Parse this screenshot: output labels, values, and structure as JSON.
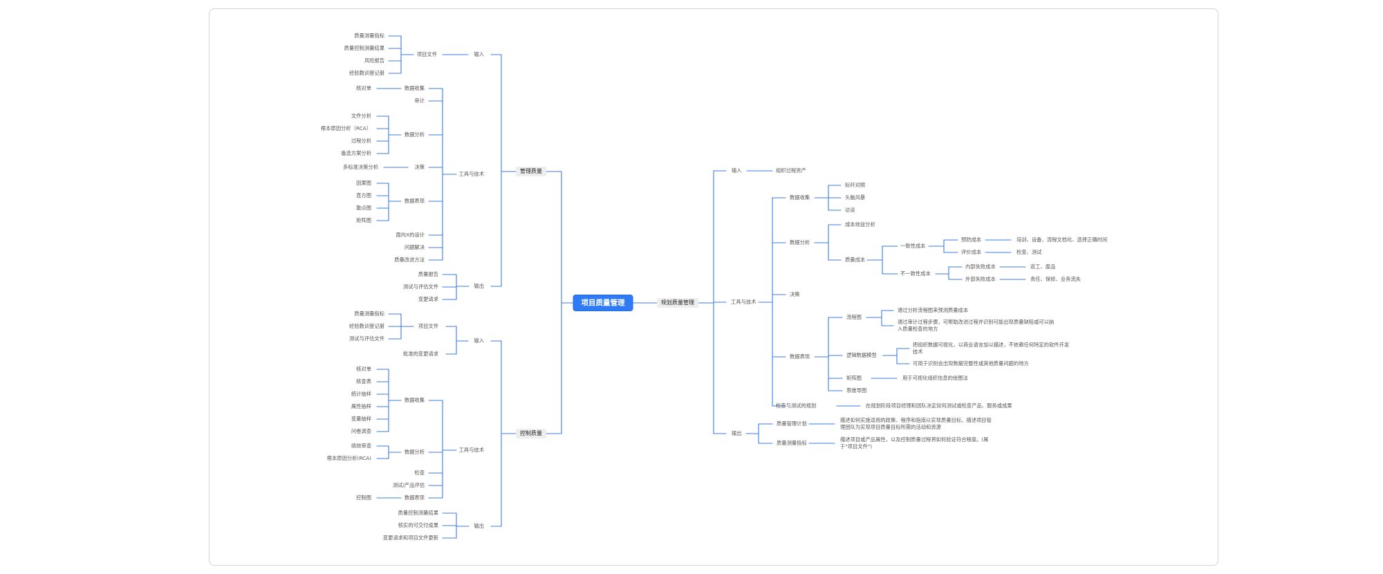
{
  "root": "项目质量管理",
  "colors": {
    "line": "#3b78e7",
    "root_bg": "#2f7bf5"
  },
  "plan": {
    "title": "规划质量管理",
    "input": {
      "label": "输入",
      "items": [
        "组织过程资产"
      ]
    },
    "tools": {
      "label": "工具与技术",
      "data_collection": {
        "label": "数据收集",
        "items": [
          "标杆对照",
          "头脑风暴",
          "访谈"
        ]
      },
      "data_analysis": {
        "label": "数据分析",
        "cost_benefit": "成本效益分析",
        "cost_of_quality": {
          "label": "质量成本",
          "conformance": {
            "label": "一致性成本",
            "prevention": {
              "label": "预防成本",
              "note": "培训、设备、流程文档化、选择正确时间"
            },
            "appraisal": {
              "label": "评价成本",
              "note": "检查、测试"
            }
          },
          "nonconformance": {
            "label": "不一致性成本",
            "internal": {
              "label": "内部失败成本",
              "note": "返工、废品"
            },
            "external": {
              "label": "外部失败成本",
              "note": "责任、保修、业务流失"
            }
          }
        }
      },
      "decision": "决策",
      "data_representation": {
        "label": "数据表现",
        "flowchart": {
          "label": "流程图",
          "notes": [
            "通过分析流程图来预测质量成本",
            "通过审计过程步骤，可帮助改进过程并识别可能出现质量缺陷或可以纳入质量检查的地方"
          ]
        },
        "logical_model": {
          "label": "逻辑数据模型",
          "notes": [
            "把组织数据可视化，以商业语言加以描述，不依赖任何特定的软件开发技术",
            "可用于识别会出现数据完整性或其他质量问题的地方"
          ]
        },
        "matrix": {
          "label": "矩阵图",
          "note": "用于可视化组织信息的绘图法"
        },
        "mind_map": {
          "label": "思维导图"
        }
      },
      "test_plan": {
        "label": "检查与测试的规划",
        "note": "在规划阶段项目经理和团队决定如何测试或检查产品、服务或成果"
      }
    },
    "output": {
      "label": "输出",
      "qm_plan": {
        "label": "质量管理计划",
        "note": "描述如何实施适用的政策、程序和指南以实现质量目标。描述项目管理团队为实现项目质量目标所需的活动和资源"
      },
      "metrics": {
        "label": "质量测量指标",
        "note": "描述项目或产品属性，以及控制质量过程将如何验证符合程度。(属于\"项目文件\")"
      }
    }
  },
  "manage": {
    "title": "管理质量",
    "input": {
      "label": "输入",
      "docs": {
        "label": "项目文件",
        "items": [
          "质量测量指标",
          "质量控制测量结果",
          "风险报告",
          "经验教训登记册"
        ]
      }
    },
    "tools": {
      "label": "工具与技术",
      "data_collection": {
        "label": "数据收集",
        "items": [
          "核对单"
        ]
      },
      "audit": "审计",
      "data_analysis": {
        "label": "数据分析",
        "items": [
          "文件分析",
          "根本原因分析（RCA）",
          "过程分析",
          "备选方案分析"
        ]
      },
      "decision": {
        "label": "决策",
        "items": [
          "多标准决策分析"
        ]
      },
      "data_representation": {
        "label": "数据表现",
        "items": [
          "因果图",
          "直方图",
          "散点图",
          "矩阵图"
        ]
      },
      "dfx": "面向X的设计",
      "problem_solving": "问题解决",
      "quality_methods": "质量改进方法"
    },
    "output": {
      "label": "输出",
      "items": [
        "质量报告",
        "测试与评估文件",
        "变更请求"
      ]
    }
  },
  "control": {
    "title": "控制质量",
    "input": {
      "label": "输入",
      "docs": {
        "label": "项目文件",
        "items": [
          "质量测量指标",
          "经验教训登记册",
          "测试与评估文件"
        ]
      },
      "approved": "批准的变更请求"
    },
    "tools": {
      "label": "工具与技术",
      "data_collection": {
        "label": "数据收集",
        "items": [
          "核对单",
          "核查表",
          "统计抽样",
          "属性抽样",
          "变量抽样",
          "问卷调查"
        ]
      },
      "data_analysis": {
        "label": "数据分析",
        "items": [
          "绩效审查",
          "根本原因分析(RCA)"
        ]
      },
      "inspection": "检查",
      "testing": "测试/产品评估",
      "data_representation": {
        "label": "数据表现",
        "items": [
          "控制图"
        ]
      }
    },
    "output": {
      "label": "输出",
      "items": [
        "质量控制测量结果",
        "核实的可交付成果",
        "变更请求和项目文件更新"
      ]
    }
  }
}
